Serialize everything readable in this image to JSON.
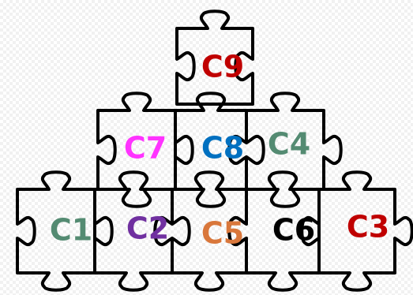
{
  "pieces": [
    {
      "id": "c9",
      "label": "C9",
      "color": "#c00000"
    },
    {
      "id": "c7",
      "label": "C7",
      "color": "#ff33ff"
    },
    {
      "id": "c8",
      "label": "C8",
      "color": "#0070c0"
    },
    {
      "id": "c4",
      "label": "C4",
      "color": "#548b72"
    },
    {
      "id": "c1",
      "label": "C1",
      "color": "#548b72"
    },
    {
      "id": "c2",
      "label": "C2",
      "color": "#7030a0"
    },
    {
      "id": "c5",
      "label": "C5",
      "color": "#d9773b"
    },
    {
      "id": "c6",
      "label": "C6",
      "color": "#000000"
    },
    {
      "id": "c3",
      "label": "C3",
      "color": "#c00000"
    }
  ]
}
